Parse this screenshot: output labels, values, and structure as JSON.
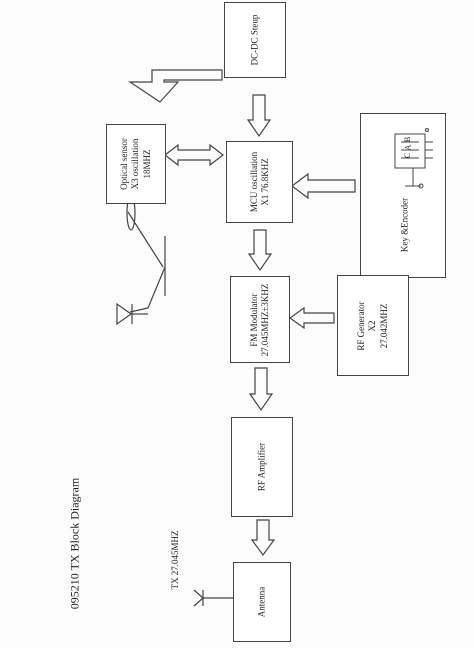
{
  "title": "095210 TX    Block Diagram",
  "blocks": {
    "dcdc": {
      "line1": "DC-DC Steup"
    },
    "optical": {
      "line1": "Optical sensor",
      "line2": "X3      oscillation",
      "line3": "18MHZ"
    },
    "mcu": {
      "line1": "MCU      oscillation",
      "line2": "X1          76.8KHZ"
    },
    "key": {
      "line1": "Key &Encoder"
    },
    "fm": {
      "line1": "FM    Modulator",
      "line2": "27.045MHZ±3KHZ"
    },
    "rfgen": {
      "line1": "RF Generator",
      "line2": "X2",
      "line3": "27.042MHZ"
    },
    "rfamp": {
      "line1": "RF Amplifier"
    },
    "antenna": {
      "line1": "Antenna"
    }
  },
  "tx_freq": "TX 27.045MHZ",
  "switch_labels": [
    "B",
    "A",
    "C"
  ]
}
